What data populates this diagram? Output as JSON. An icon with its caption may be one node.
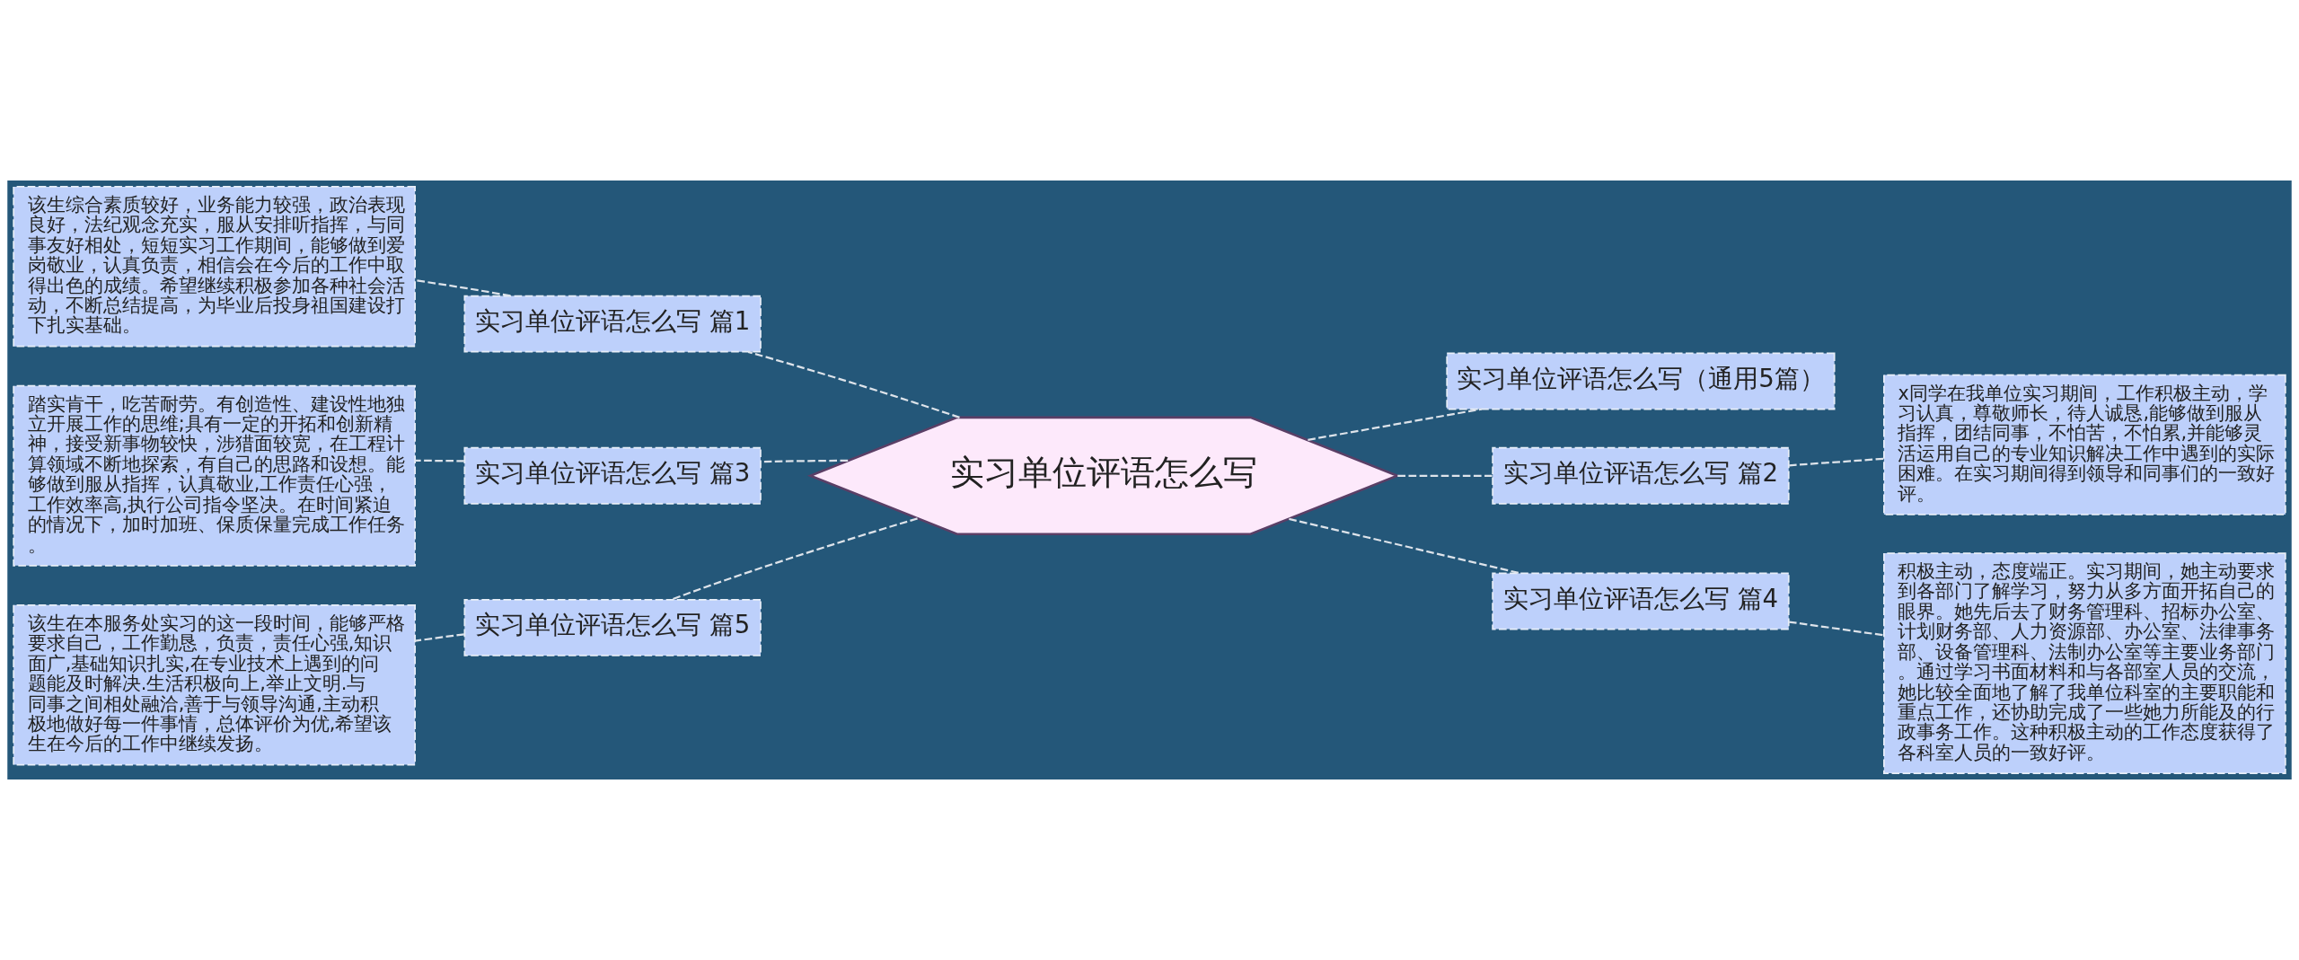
{
  "diagram": {
    "nodes": [
      {
        "text": [
          "实习单位评语怎么写"
        ]
      },
      {
        "text": [
          "实习单位评语怎么写（通用5篇）"
        ]
      },
      {
        "text": [
          "实习单位评语怎么写 篇1"
        ]
      },
      {
        "text": [
          "该生综合素质较好，业务能力较强，政治表现良好，法纪观念充实，服从安排听指挥，与同事友好相处，短短实习工作期间，能够做到爱岗敬业，认真负责，相信会在今后的工作中取得出色的成绩。希望继续积极参加各种社会活动，不断总结提高，为毕业后投身祖国建设打下扎实基础。"
        ]
      },
      {
        "text": [
          "实习单位评语怎么写 篇3"
        ]
      },
      {
        "text": [
          "踏实肯干，吃苦耐劳。有创造性、建设性地独立开展工作的思维;具有一定的开拓和创新精神，接受新事物较快，涉猎面较宽，在工程计算领域不断地探索，有自己的思路和设想。能够做到服从指挥，认真敬业,工作责任心强，工作效率高,执行公司指令坚决。在时间紧迫的情况下，加时加班、保质保量完成工作任务。"
        ]
      },
      {
        "text": [
          "实习单位评语怎么写 篇5"
        ]
      },
      {
        "text": [
          "该生在本服务处实习的这一段时间，能够严格要求自己，工作勤恳，负责，责任心强,知识面广,基础知识扎实,在专业技术上遇到的问题能及时解决.生活积极向上,举止文明.与同事之间相处融洽,善于与领导沟通,主动积极地做好每一件事情，总体评价为优,希望该生在今后的工作中继续发扬。"
        ]
      },
      {
        "text": [
          "实习单位评语怎么写 篇2"
        ]
      },
      {
        "text": [
          "x同学在我单位实习期间，工作积极主动，学习认真，尊敬师长，待人诚恳,能够做到服从指挥，团结同事，不怕苦，不怕累,并能够灵活运用自己的专业知识解决工作中遇到的实际困难。在实习期间得到领导和同事们的一致好评。"
        ]
      },
      {
        "text": [
          "实习单位评语怎么写 篇4"
        ]
      },
      {
        "text": [
          "积极主动，态度端正。实习期间，她主动要求到各部门了解学习，努力从多方面开拓自己的眼界。她先后去了财务管理科、招标办公室、计划财务部、人力资源部、办公室、法律事务部、设备管理科、法制办公室等主要业务部门。通过学习书面材料和与各部室人员的交流，她比较全面地了解了我单位科室的主要职能和重点工作，还协助完成了一些她力所能及的行政事务工作。这种积极主动的工作态度获得了各科室人员的一致好评。"
        ]
      }
    ],
    "edges": [
      {
        "from": 0,
        "to": 1,
        "arrow": "none",
        "style": "dashed"
      },
      {
        "from": 0,
        "to": 2,
        "arrow": "none",
        "style": "dashed"
      },
      {
        "from": 2,
        "to": 3,
        "arrow": "none",
        "style": "dashed"
      },
      {
        "from": 0,
        "to": 4,
        "arrow": "none",
        "style": "dashed"
      },
      {
        "from": 4,
        "to": 5,
        "arrow": "none",
        "style": "dashed"
      },
      {
        "from": 0,
        "to": 6,
        "arrow": "none",
        "style": "dashed"
      },
      {
        "from": 6,
        "to": 7,
        "arrow": "none",
        "style": "dashed"
      },
      {
        "from": 0,
        "to": 8,
        "arrow": "none",
        "style": "dashed"
      },
      {
        "from": 8,
        "to": 9,
        "arrow": "none",
        "style": "dashed"
      },
      {
        "from": 0,
        "to": 10,
        "arrow": "none",
        "style": "dashed"
      },
      {
        "from": 10,
        "to": 11,
        "arrow": "none",
        "style": "dashed"
      }
    ]
  }
}
